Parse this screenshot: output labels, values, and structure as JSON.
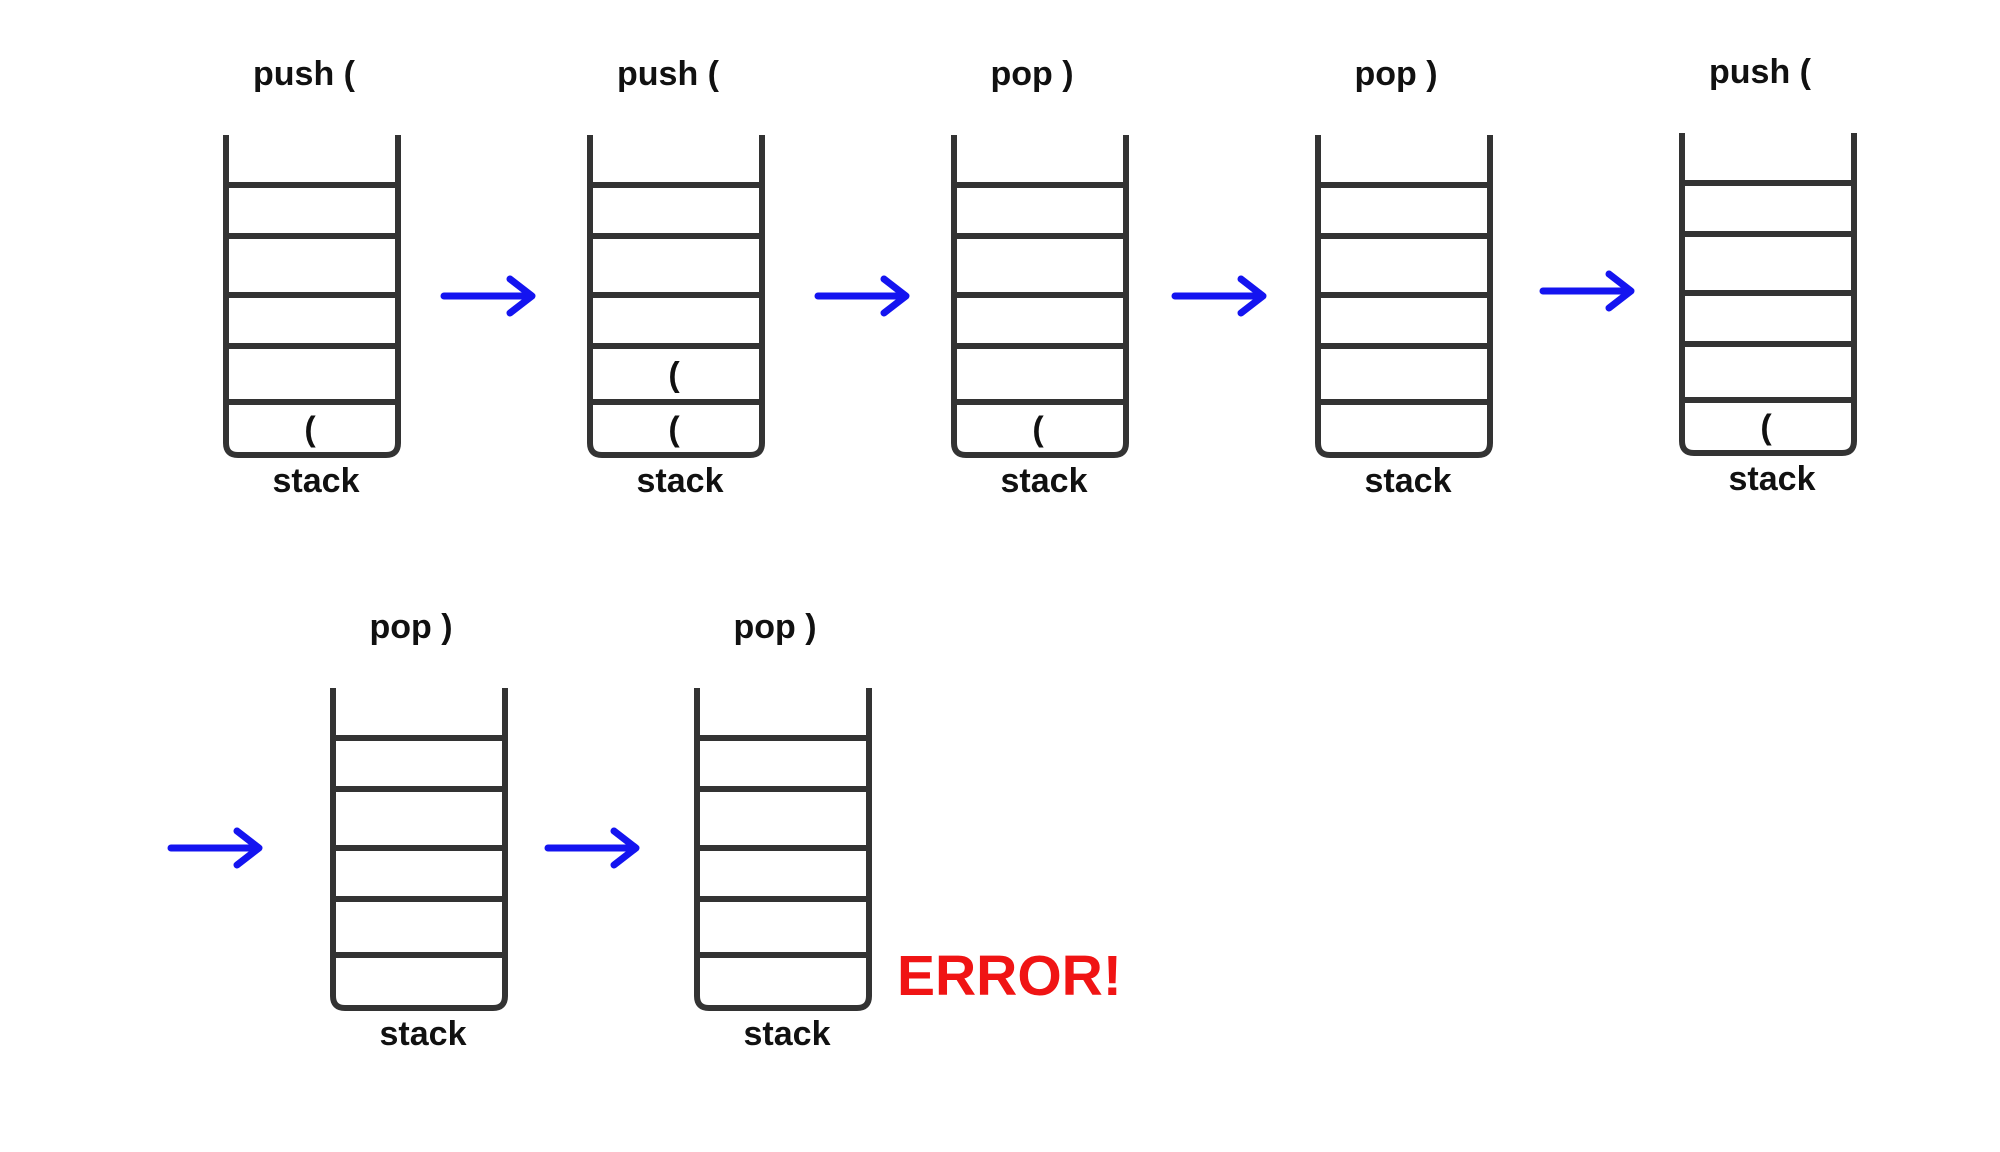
{
  "colors": {
    "stroke": "#333333",
    "text": "#111111",
    "arrow": "#1414f0",
    "error": "#f01414"
  },
  "steps": [
    {
      "op": "push (",
      "label": "stack",
      "items": [
        "("
      ]
    },
    {
      "op": "push (",
      "label": "stack",
      "items": [
        "(",
        "("
      ]
    },
    {
      "op": "pop )",
      "label": "stack",
      "items": [
        "("
      ]
    },
    {
      "op": "pop )",
      "label": "stack",
      "items": []
    },
    {
      "op": "push (",
      "label": "stack",
      "items": [
        "("
      ]
    },
    {
      "op": "pop )",
      "label": "stack",
      "items": []
    },
    {
      "op": "pop )",
      "label": "stack",
      "items": []
    }
  ],
  "error_text": "ERROR!"
}
